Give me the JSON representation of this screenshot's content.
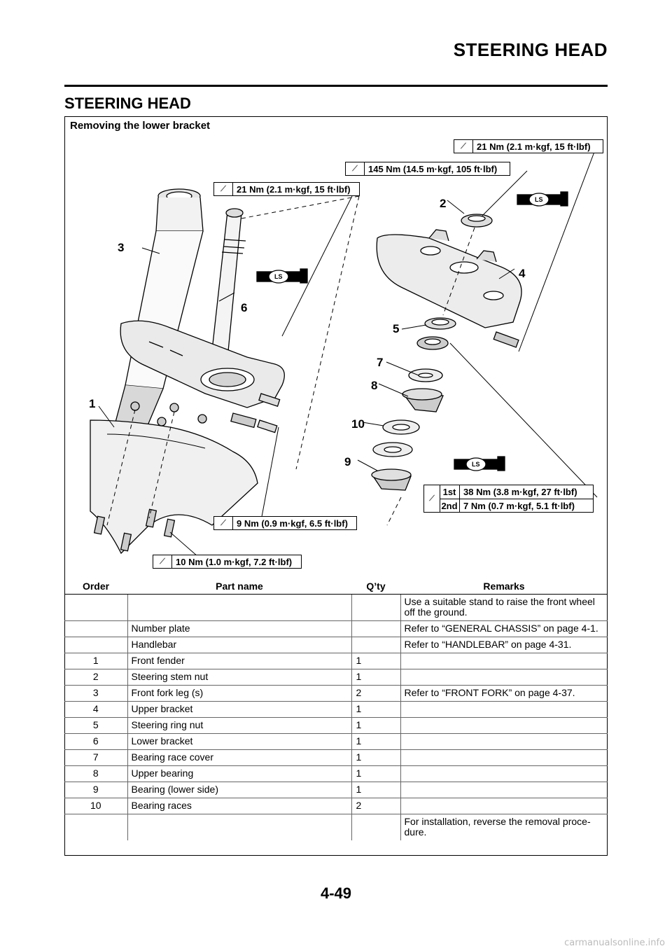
{
  "header": {
    "title": "STEERING HEAD"
  },
  "section": {
    "title": "STEERING HEAD"
  },
  "diagram": {
    "caption": "Removing the lower bracket",
    "torque_labels": [
      "21 Nm (2.1 m·kgf, 15 ft·lbf)",
      "145 Nm (14.5 m·kgf, 105 ft·lbf)",
      "21 Nm (2.1 m·kgf, 15 ft·lbf)",
      "9 Nm (0.9 m·kgf, 6.5 ft·lbf)",
      "10 Nm (1.0 m·kgf, 7.2 ft·lbf)"
    ],
    "staged_torque": [
      {
        "stage": "1st",
        "value": "38 Nm (3.8 m·kgf, 27 ft·lbf)"
      },
      {
        "stage": "2nd",
        "value": "7 Nm (0.7 m·kgf, 5.1 ft·lbf)"
      }
    ],
    "lube_symbol": "LS",
    "callouts": [
      "1",
      "2",
      "3",
      "4",
      "5",
      "6",
      "7",
      "8",
      "9",
      "10"
    ]
  },
  "table": {
    "headers": [
      "Order",
      "Part name",
      "Q’ty",
      "Remarks"
    ],
    "rows": [
      [
        "",
        "",
        "",
        "Use a suitable stand to raise the front wheel off the ground."
      ],
      [
        "",
        "Number plate",
        "",
        "Refer to “GENERAL CHASSIS” on page 4-1."
      ],
      [
        "",
        "Handlebar",
        "",
        "Refer to “HANDLEBAR” on page 4-31."
      ],
      [
        "1",
        "Front fender",
        "1",
        ""
      ],
      [
        "2",
        "Steering stem nut",
        "1",
        ""
      ],
      [
        "3",
        "Front fork leg (s)",
        "2",
        "Refer to “FRONT FORK” on page 4-37."
      ],
      [
        "4",
        "Upper bracket",
        "1",
        ""
      ],
      [
        "5",
        "Steering ring nut",
        "1",
        ""
      ],
      [
        "6",
        "Lower bracket",
        "1",
        ""
      ],
      [
        "7",
        "Bearing race cover",
        "1",
        ""
      ],
      [
        "8",
        "Upper bearing",
        "1",
        ""
      ],
      [
        "9",
        "Bearing (lower side)",
        "1",
        ""
      ],
      [
        "10",
        "Bearing races",
        "2",
        ""
      ],
      [
        "",
        "",
        "",
        "For installation, reverse the removal proce-dure."
      ]
    ]
  },
  "footer": {
    "page_number": "4-49",
    "watermark": "carmanualsonline.info"
  }
}
